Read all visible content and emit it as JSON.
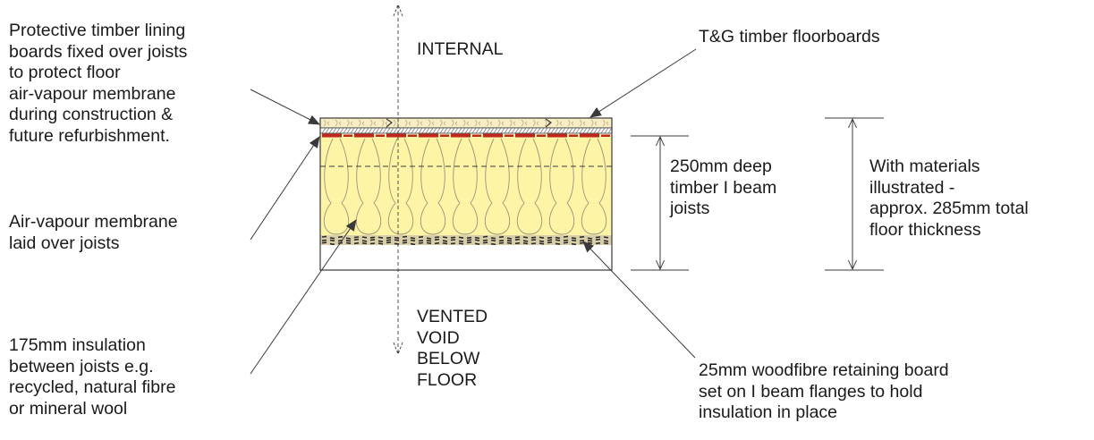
{
  "labels": {
    "internal": "INTERNAL",
    "vented_void": [
      "VENTED",
      "VOID",
      "BELOW",
      "FLOOR"
    ],
    "timber_lining": [
      "Protective timber lining",
      "boards fixed over joists",
      "to protect floor",
      "air-vapour membrane",
      "during construction &",
      "future refurbishment."
    ],
    "floorboards": "T&G timber floorboards",
    "membrane": [
      "Air-vapour membrane",
      "laid over joists"
    ],
    "insulation": [
      "175mm insulation",
      "between joists e.g.",
      "recycled, natural fibre",
      "or mineral wool"
    ],
    "joist_depth": [
      "250mm deep",
      "timber I beam",
      "joists"
    ],
    "total_thickness": [
      "With materials",
      "illustrated -",
      "approx. 285mm total",
      "floor thickness"
    ],
    "woodfibre_board": [
      "25mm woodfibre retaining board",
      "set on I beam flanges to hold",
      "insulation in place"
    ]
  },
  "colors": {
    "insulation_fill": "#fdf4a6",
    "floorboard_fill": "#f7eec6",
    "membrane_red": "#c0281f",
    "line": "#3a3a3a"
  },
  "icons": {
    "flow_arrow": "vertical-dashed-arrow",
    "dimension_arrow": "double-headed-dimension-arrow",
    "leader_arrow": "leader-line-arrow"
  }
}
